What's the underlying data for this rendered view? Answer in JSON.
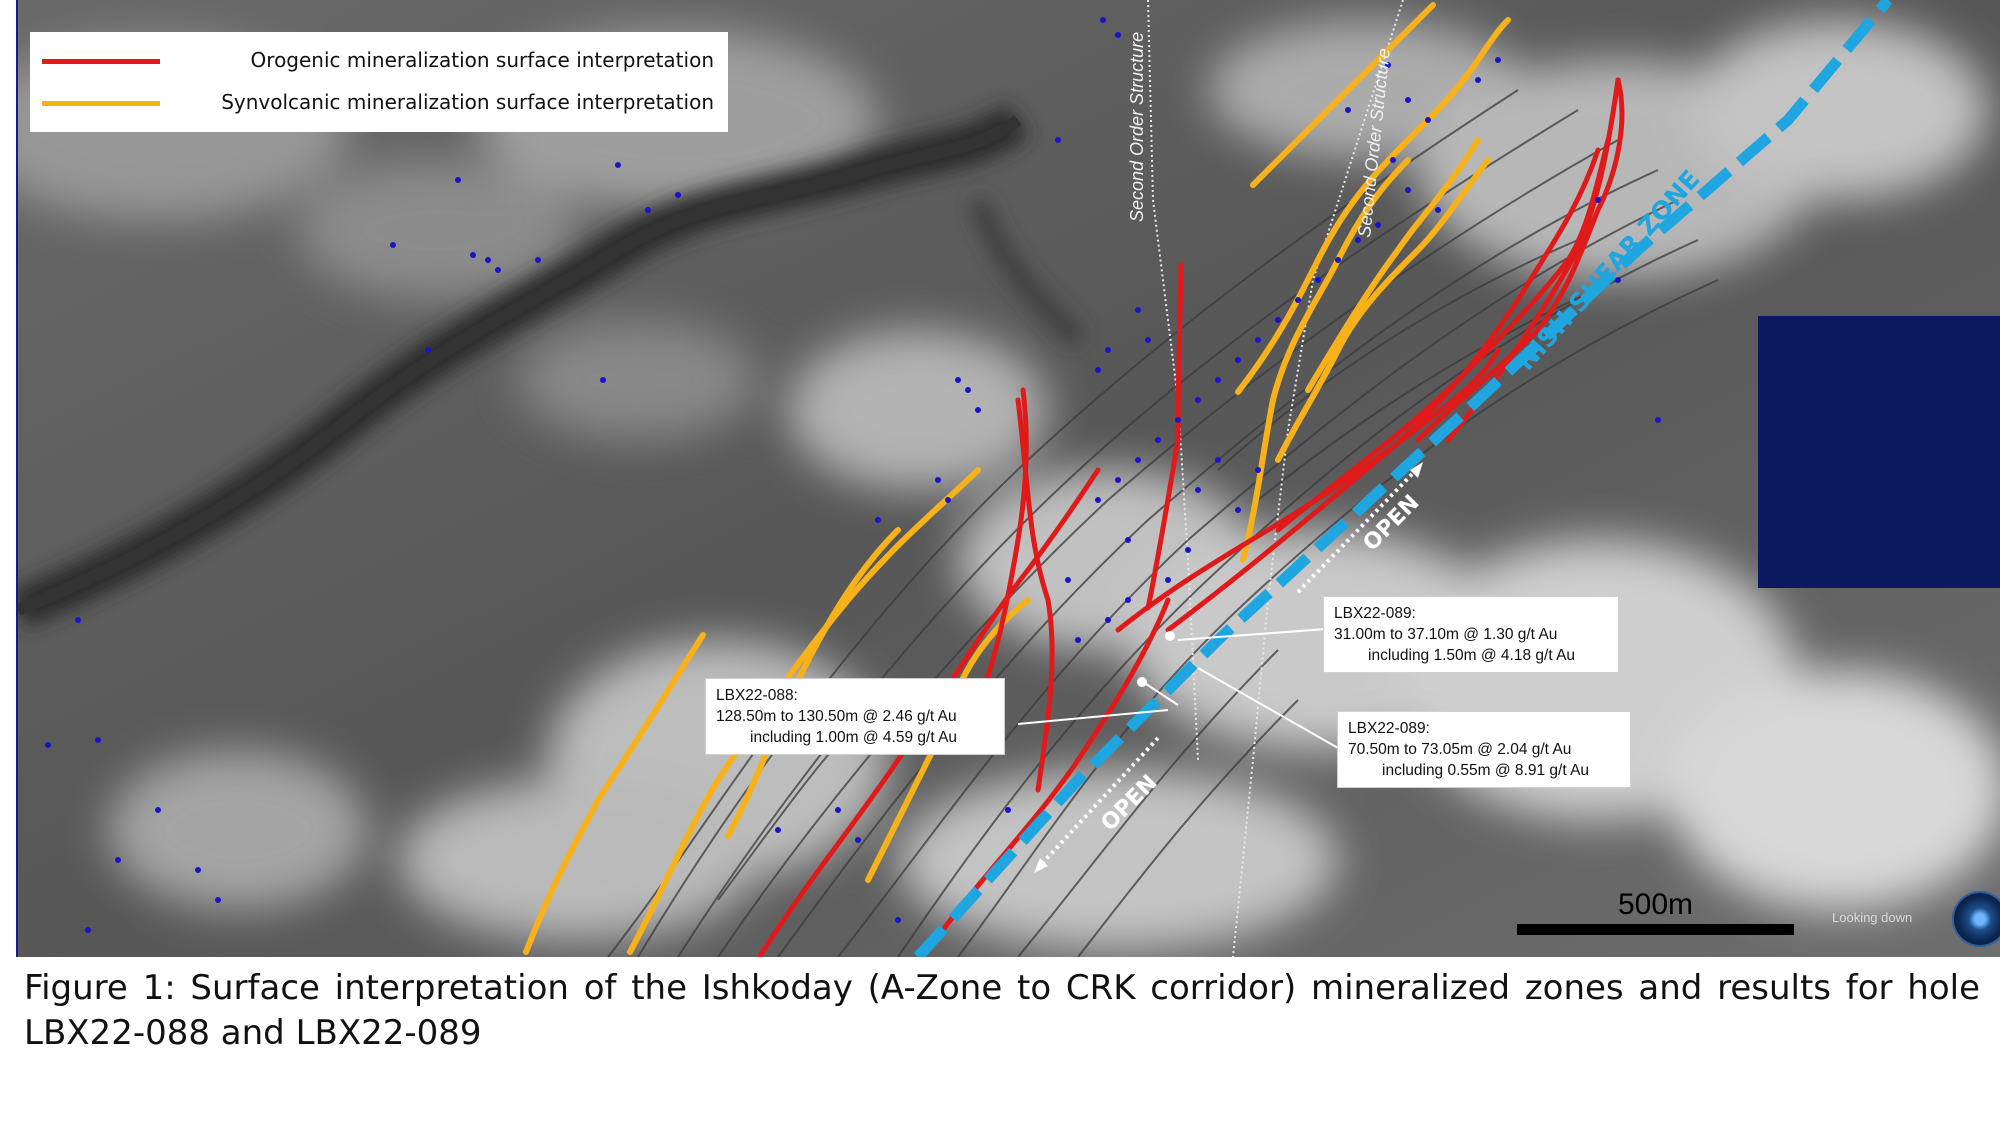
{
  "legend": {
    "items": [
      {
        "label": "Orogenic mineralization surface interpretation",
        "color": "#e01a1a"
      },
      {
        "label": "Synvolcanic mineralization surface interpretation",
        "color": "#f7b21b"
      }
    ]
  },
  "map_labels": {
    "structure_1": "Second Order Structure",
    "structure_2": "Second Order Structure",
    "shear_zone": "NISH SHEAR ZONE",
    "open_upper": "OPEN",
    "open_lower": "OPEN"
  },
  "callouts": {
    "lbx088": {
      "title": "LBX22-088:",
      "line1": "128.50m to 130.50m @ 2.46 g/t Au",
      "line2": "including 1.00m @ 4.59 g/t Au"
    },
    "lbx089a": {
      "title": "LBX22-089:",
      "line1": "31.00m to 37.10m @ 1.30 g/t Au",
      "line2": "including 1.50m @ 4.18 g/t Au"
    },
    "lbx089b": {
      "title": "LBX22-089:",
      "line1": "70.50m to 73.05m @ 2.04 g/t Au",
      "line2": "including 0.55m @ 8.91 g/t Au"
    }
  },
  "scale": {
    "label": "500m"
  },
  "compass": {
    "label": "Looking down"
  },
  "caption": "Figure 1: Surface interpretation of the Ishkoday (A-Zone to CRK corridor) mineralized zones and results for hole LBX22-088 and LBX22-089",
  "colors": {
    "orogenic": "#e01a1a",
    "synvolcanic": "#f7b21b",
    "shear_zone": "#1fa6e0",
    "water_block": "#0b1a5e"
  }
}
